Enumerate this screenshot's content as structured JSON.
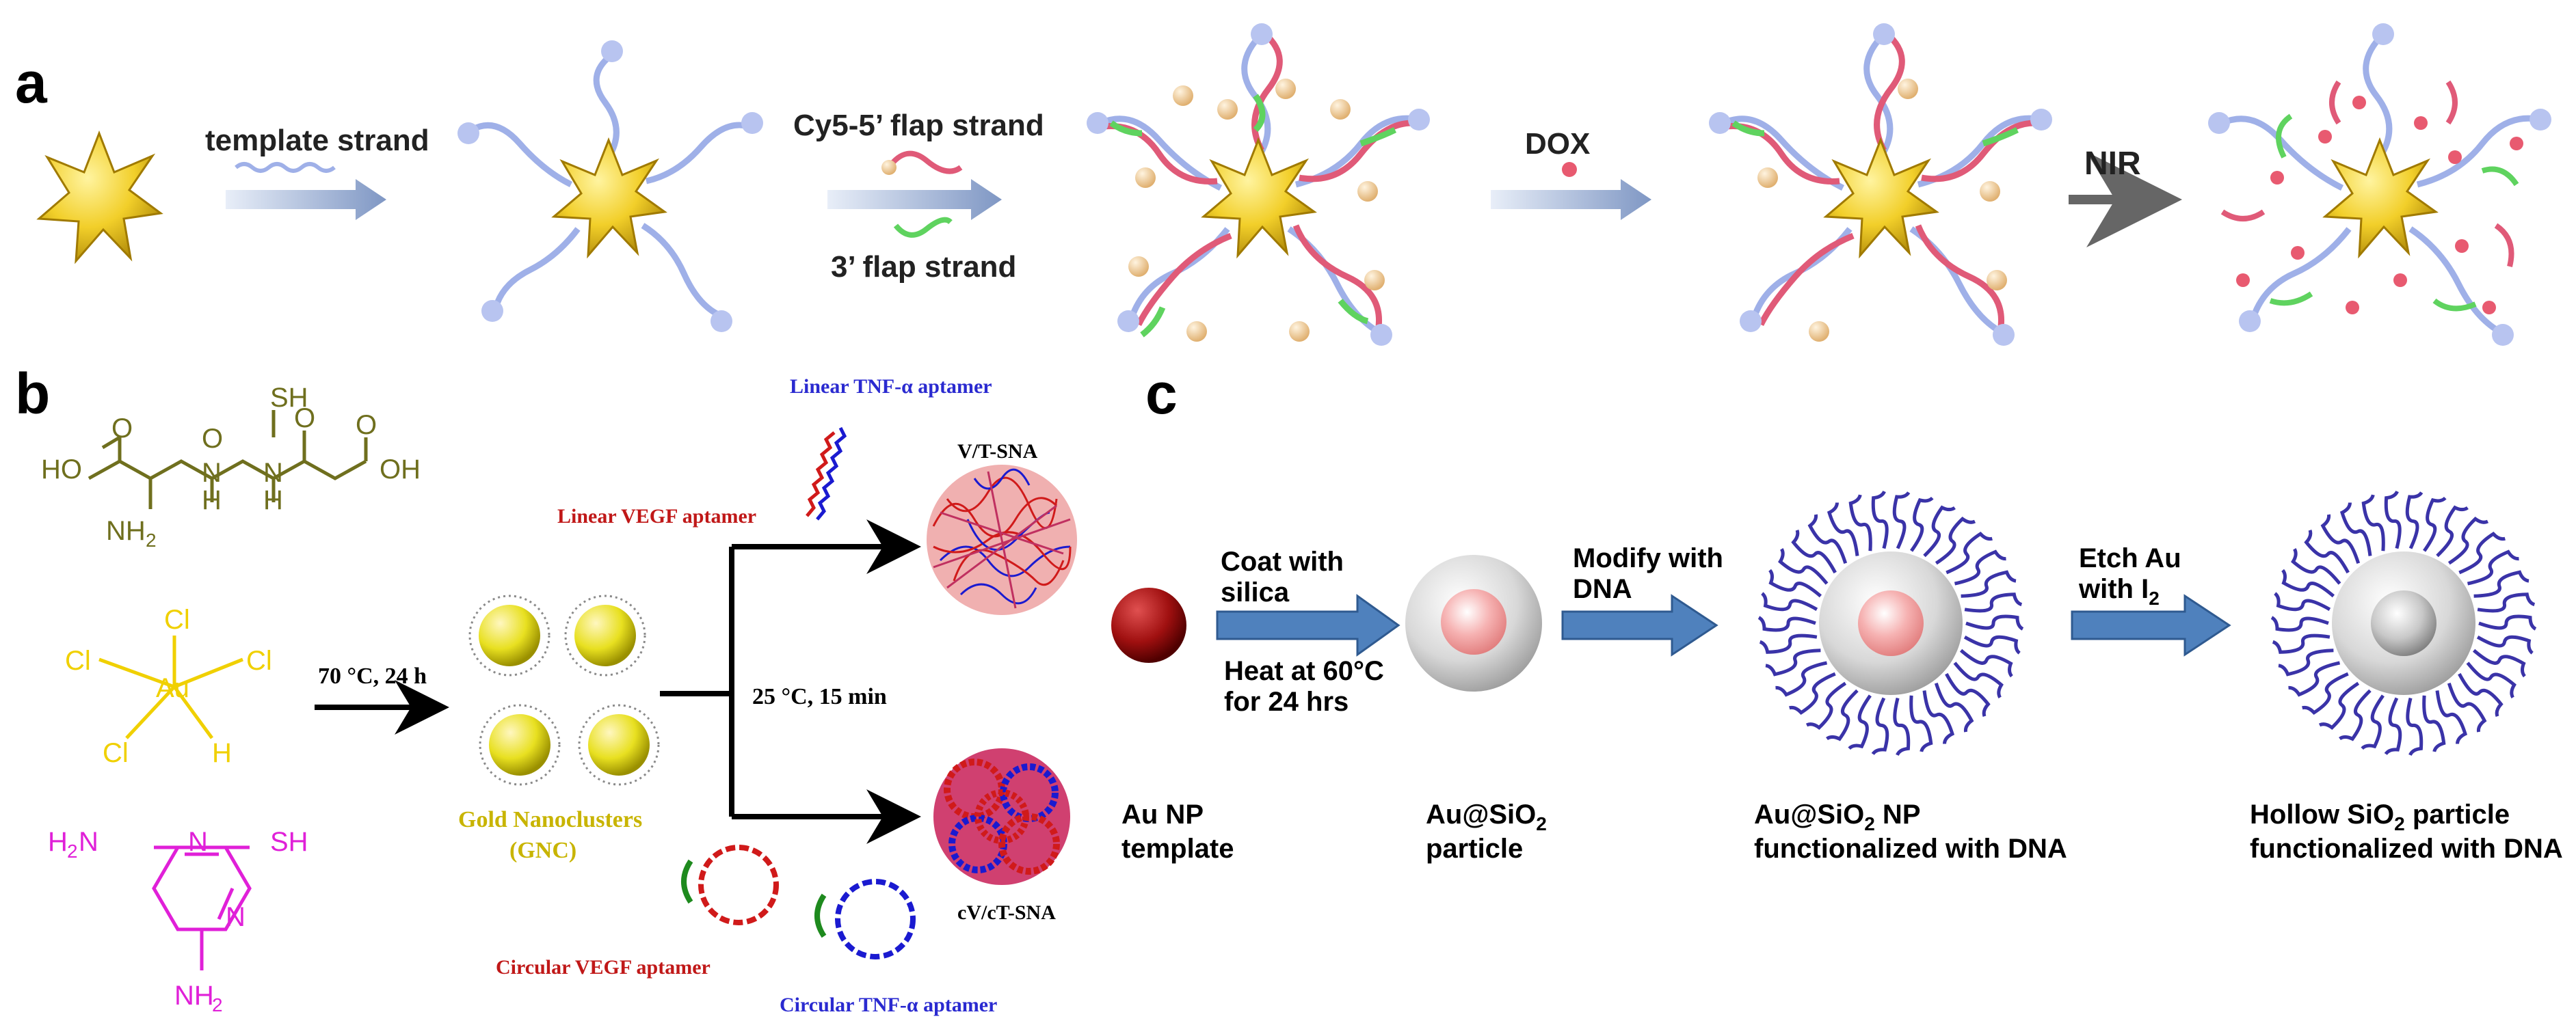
{
  "panel_a": {
    "label": "a",
    "step1": "template strand",
    "step2a": "Cy5-5’ flap strand",
    "step2b": "3’ flap strand",
    "step3": "DOX",
    "step4": "NIR"
  },
  "panel_b": {
    "label": "b",
    "molecules": {
      "glutathione": {
        "sh": "SH",
        "hoLeft": "HO",
        "o1": "O",
        "n1": "N",
        "n1h": "H",
        "o2": "O",
        "n2": "N",
        "n2h": "H",
        "o3": "O",
        "o4": "O",
        "ohRight": "OH",
        "nh2": "NH",
        "nh2sub": "2"
      },
      "gold_complex": {
        "cl_top": "Cl",
        "cl_left": "Cl",
        "cl_right": "Cl",
        "cl_bottom": "Cl",
        "center": "Au",
        "h": "H"
      },
      "pyrimidine": {
        "h2n": "H",
        "h2nsub": "2",
        "h2nN": "N",
        "n_top": "N",
        "sh": "SH",
        "n_right": "N",
        "nh2": "NH",
        "nh2sub": "2"
      }
    },
    "condition1": "70 °C, 24 h",
    "condition2": "25 °C, 15 min",
    "gnc_line1": "Gold Nanoclusters",
    "gnc_line2": "(GNC)",
    "linear_tnf": "Linear TNF-α aptamer",
    "linear_vegf": "Linear VEGF aptamer",
    "vt_sna": "V/T-SNA",
    "cvct_sna": "cV/cT-SNA",
    "circular_vegf": "Circular VEGF aptamer",
    "circular_tnf": "Circular TNF-α aptamer"
  },
  "panel_c": {
    "label": "c",
    "coat1": "Coat with",
    "coat2": "silica",
    "heat1": "Heat at 60°C",
    "heat2": "for 24 hrs",
    "modify1": "Modify with",
    "modify2": "DNA",
    "etch1": "Etch Au",
    "etch2a": "with I",
    "etch2sub": "2",
    "cap_au1": "Au NP",
    "cap_au2": "template",
    "cap_sio2_a": "Au@SiO",
    "cap_sio2_sub": "2",
    "cap_sio2_2": "particle",
    "cap_func_a": "Au@SiO",
    "cap_func_sub": "2",
    "cap_func_b": " NP",
    "cap_func_2": "functionalized with DNA",
    "cap_hollow_a": "Hollow SiO",
    "cap_hollow_sub": "2",
    "cap_hollow_b": " particle",
    "cap_hollow_2": "functionalized with DNA"
  },
  "colors": {
    "gold": "#f2cf2a",
    "template_strand": "#9fb0e8",
    "flap5": "#e05a78",
    "flap3": "#5fd35f",
    "dox": "#e85a70",
    "glutathione": "#6f6f1e",
    "gold_complex": "#f0d000",
    "pyrimidine": "#e020d8",
    "vegf": "#d01a1a",
    "tnf": "#1a1ad0",
    "dna": "#3a33a8",
    "arrow_blue": "#4f81bd"
  }
}
